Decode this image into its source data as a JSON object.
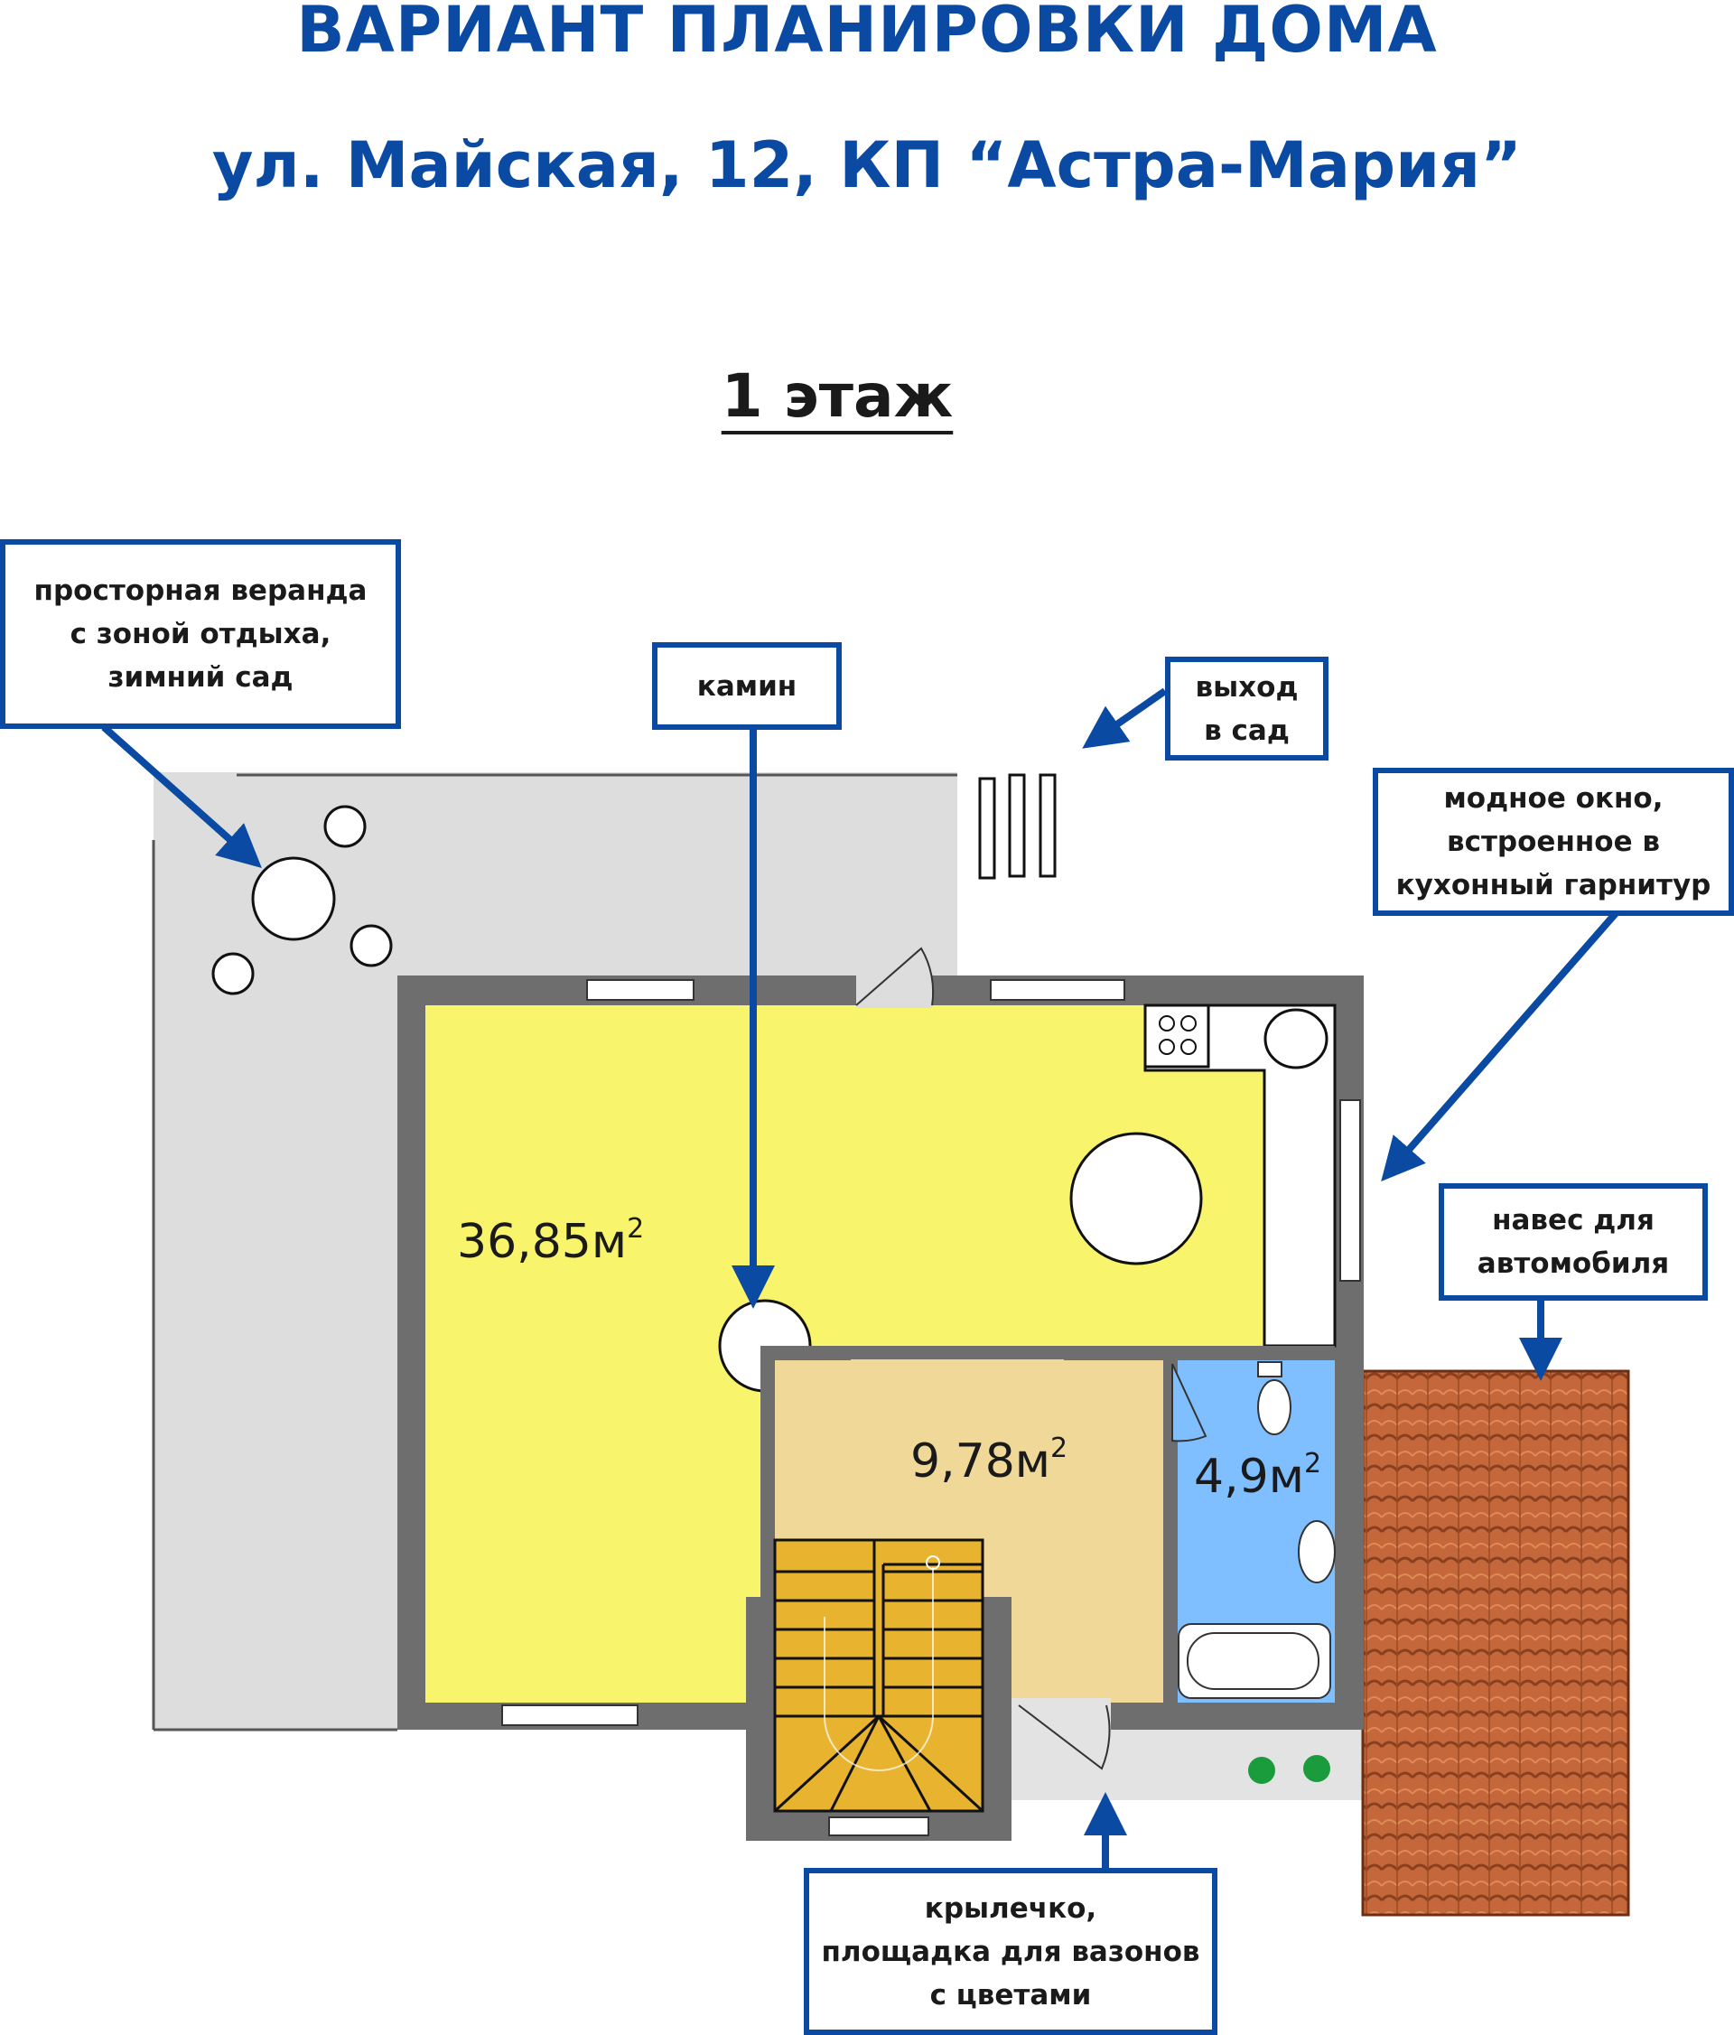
{
  "title": {
    "line1": "ВАРИАНТ ПЛАНИРОВКИ ДОМА",
    "line2": "ул. Майская, 12, КП “Астра-Мария”",
    "floor": "1 этаж"
  },
  "callouts": {
    "veranda": "просторная веранда\nс зоной отдыха,\nзимний сад",
    "fireplace": "камин",
    "garden_exit": "выход\nв сад",
    "window": "модное окно,\nвстроенное в\nкухонный гарнитур",
    "carport": "навес для\nавтомобиля",
    "porch": "крылечко,\nплощадка для вазонов\nс цветами"
  },
  "rooms": {
    "living": {
      "area": "36,85",
      "unit": "м",
      "sup": "2",
      "color": "#f8f56c"
    },
    "hall": {
      "area": "9,78",
      "unit": "м",
      "sup": "2",
      "color": "#f0d898"
    },
    "bathroom": {
      "area": "4,9",
      "unit": "м",
      "sup": "2",
      "color": "#7fbfff"
    }
  },
  "colors": {
    "accent": "#0b4aa2",
    "wall": "#6e6e6e",
    "veranda": "#dddddd",
    "stairs": "#e8b32e",
    "roof": "#c4683c",
    "plant": "#1a9c3c"
  }
}
